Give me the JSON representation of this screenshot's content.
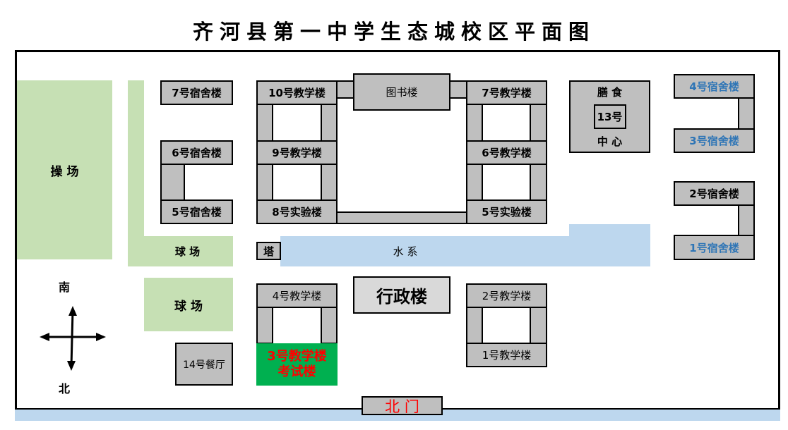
{
  "title": "齐河县第一中学生态城校区平面图",
  "areas": {
    "playground": "操 场",
    "court1": "球 场",
    "court2": "球 场",
    "water": "水 系"
  },
  "buildings": {
    "dorm7": "7号宿舍楼",
    "dorm6": "6号宿舍楼",
    "dorm5": "5号宿舍楼",
    "teach10": "10号教学楼",
    "teach9": "9号教学楼",
    "lab8": "8号实验楼",
    "library": "图书楼",
    "teach7": "7号教学楼",
    "teach6": "6号教学楼",
    "lab5": "5号实验楼",
    "diet_top": "膳 食",
    "diet_num": "13号",
    "diet_bottom": "中 心",
    "dorm4": "4号宿舍楼",
    "dorm3": "3号宿舍楼",
    "dorm2": "2号宿舍楼",
    "dorm1": "1号宿舍楼",
    "tower": "塔",
    "teach4": "4号教学楼",
    "teach3": "3号教学楼",
    "exam": "考试楼",
    "admin": "行政楼",
    "teach2": "2号教学楼",
    "teach1": "1号教学楼",
    "canteen14": "14号餐厅",
    "north_gate": "北 门"
  },
  "compass": {
    "south": "南",
    "north": "北"
  },
  "colors": {
    "green": "#c6e0b4",
    "water": "#bdd7ee",
    "building": "#bfbfbf",
    "exam": "#00b050",
    "highlight_text": "#ff0000",
    "blue_text": "#2e75b6"
  }
}
